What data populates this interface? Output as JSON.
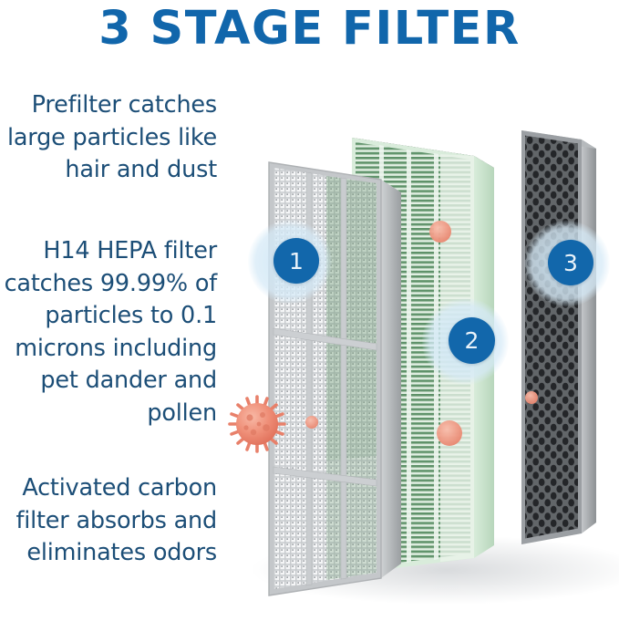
{
  "title": "3 STAGE FILTER",
  "theme": {
    "title_color": "#1166ab",
    "body_text_color": "#1c4e77",
    "badge_color": "#1267ab",
    "badge_text_color": "#eaf3fa",
    "halo_color": "#d6eaf7",
    "prefilter_color": "#f2f3f4",
    "prefilter_frame_color": "#b9bcbe",
    "hepa_color": "#cfe6d2",
    "hepa_pleat_color": "#4f8a5c",
    "carbon_color": "#3a3d42",
    "carbon_frame_color": "#9b9fa3",
    "particle_color": "#f08a77",
    "background": "#ffffff"
  },
  "copy": [
    {
      "text": "Prefilter catches large particles like hair and dust"
    },
    {
      "text": "H14 HEPA filter catches 99.99% of particles to 0.1 microns including pet dander and pollen"
    },
    {
      "text": "Activated carbon filter absorbs and eliminates odors"
    }
  ],
  "badges": [
    {
      "label": "1",
      "stage": "prefilter"
    },
    {
      "label": "2",
      "stage": "hepa"
    },
    {
      "label": "3",
      "stage": "carbon"
    }
  ],
  "layers": [
    {
      "name": "prefilter",
      "texture": "mesh-grid",
      "panels": 6
    },
    {
      "name": "hepa",
      "texture": "horizontal-pleats"
    },
    {
      "name": "carbon",
      "texture": "honeycomb"
    }
  ],
  "particles": [
    {
      "type": "virus-large",
      "layer": "prefilter"
    },
    {
      "type": "pollen-dot",
      "layer": "prefilter"
    },
    {
      "type": "pollen-dot",
      "layer": "hepa-top"
    },
    {
      "type": "pollen-dot",
      "layer": "hepa-bottom"
    },
    {
      "type": "pollen-dot",
      "layer": "carbon"
    }
  ]
}
